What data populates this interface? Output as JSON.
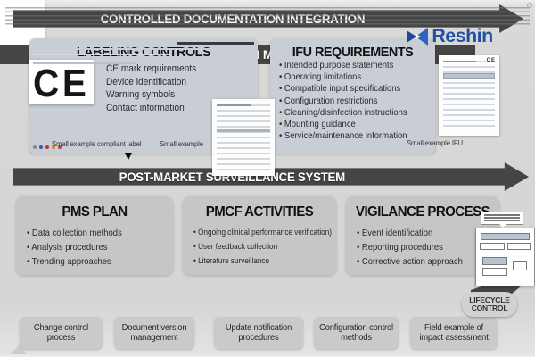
{
  "colors": {
    "banner_dark": "#454543",
    "panel_blue_gray": "#c9cdd5",
    "panel_gray": "#c6c6c4",
    "logo_blue": "#2350a0",
    "page_bg": "#d8d8d6"
  },
  "top_banner": {
    "label": "CONTROLLED DOCUMENTATION INTEGRATION"
  },
  "logo": {
    "name": "Reshin"
  },
  "labeling": {
    "title": "LABELING CONTROLS",
    "ce_mark": "CE",
    "items": [
      "CE mark requirements",
      "Device identification",
      "Warning symbols",
      "Contact information"
    ],
    "caption_compliant": "Small example compliant label",
    "caption_example": "Small example"
  },
  "ifu": {
    "title": "IFU REQUIREMENTS",
    "items": [
      "Intended purpose statements",
      "Operating limitations",
      "Compatible input specifications",
      "Configuration restrictions",
      "Cleaning/disinfection instructions",
      "Mounting guidance",
      "Service/maintenance information"
    ],
    "doc_ce_mark": "CE",
    "caption": "Small example IFU"
  },
  "surveillance_banner": {
    "label": "POST-MARKET SURVEILLANCE SYSTEM"
  },
  "pms_plan": {
    "title": "PMS PLAN",
    "items": [
      "Data collection methods",
      "Analysis procedures",
      "Trending approaches"
    ]
  },
  "pmcf": {
    "title": "PMCF ACTIVITIES",
    "items": [
      "Ongoing clinical performance verification)",
      "User feedback collection",
      "Literature surveillance"
    ]
  },
  "vigilance": {
    "title": "VIGILANCE PROCESS",
    "items": [
      "Event identification",
      "Reporting procedures",
      "Corrective action approach"
    ]
  },
  "lifecycle_banner": {
    "label": "LIFECYCLE DOCUMENTATION MANAGEMENT"
  },
  "lifecycle_badge": {
    "line1": "LIFECYCLE",
    "line2": "CONTROL"
  },
  "lifecycle_boxes": [
    "Change control process",
    "Document version management",
    "Update notification procedures",
    "Configuration control methods",
    "Field example of impact assessment"
  ]
}
